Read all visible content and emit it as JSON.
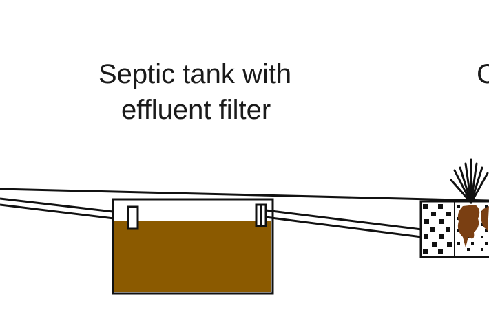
{
  "labels": {
    "septic_line1": "Septic tank with",
    "septic_line2": "effluent filter",
    "next_component_partial": "C"
  },
  "colors": {
    "effluent": "#8b5a00",
    "roots": "#7a3f12",
    "lines": "#111111"
  }
}
